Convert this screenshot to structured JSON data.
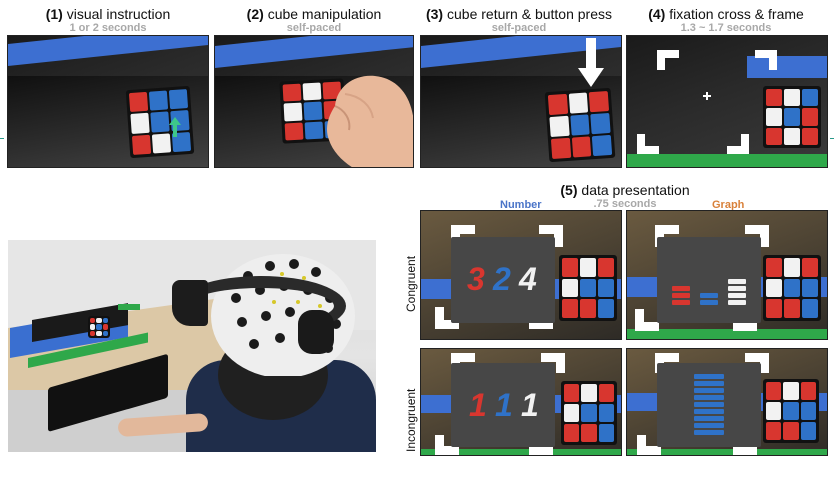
{
  "steps": [
    {
      "num": "(1)",
      "title": "visual instruction",
      "timing": "1 or 2 seconds"
    },
    {
      "num": "(2)",
      "title": "cube manipulation",
      "timing": "self-paced"
    },
    {
      "num": "(3)",
      "title": "cube return & button press",
      "timing": "self-paced"
    },
    {
      "num": "(4)",
      "title": "fixation cross & frame",
      "timing": "1.3 ~ 1.7 seconds"
    }
  ],
  "data_presentation": {
    "num": "(5)",
    "title": "data presentation",
    "timing": ".75 seconds",
    "columns": [
      {
        "label": "Number",
        "color": "#4a74c8"
      },
      {
        "label": "Graph",
        "color": "#d9813a"
      }
    ],
    "rows": [
      {
        "label": "Congruent",
        "digits": [
          "3",
          "2",
          "4"
        ]
      },
      {
        "label": "Incongruent",
        "digits": [
          "1",
          "1",
          "1"
        ]
      }
    ]
  },
  "colors": {
    "red": "#d8362f",
    "blue": "#2f72c8",
    "white": "#f2f2f2",
    "tape_blue": "#3d6fd1",
    "tape_green": "#2fa84a"
  },
  "icons": [
    "arrow-up-icon",
    "arrow-down-icon",
    "fixation-cross-icon",
    "hand-icon",
    "eeg-cap-icon",
    "keyboard-icon"
  ]
}
